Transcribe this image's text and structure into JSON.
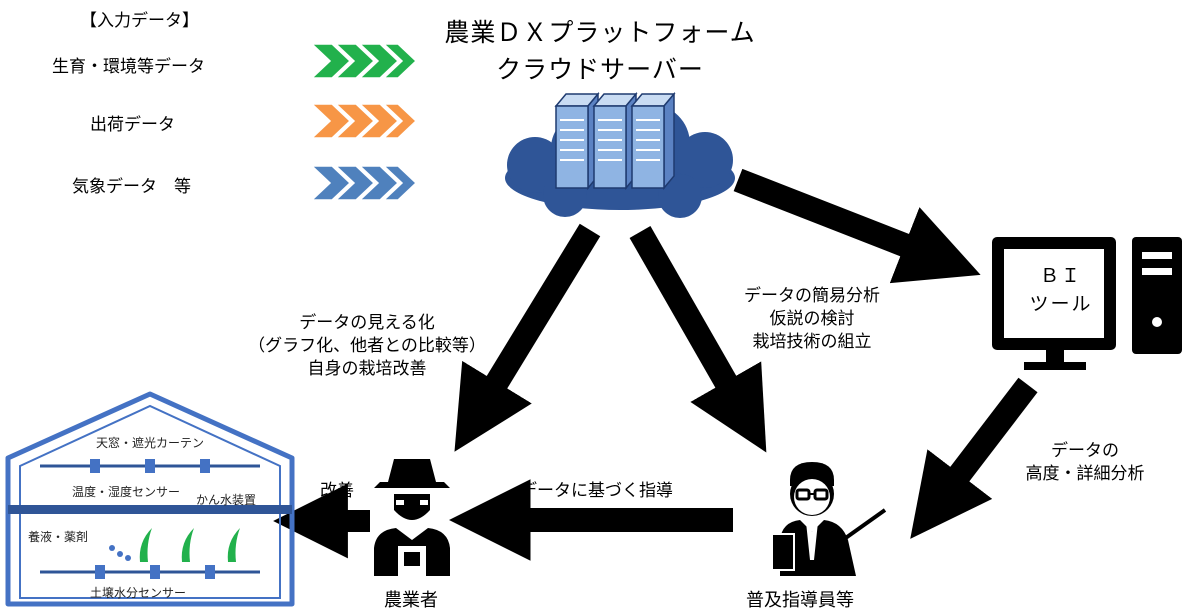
{
  "inputs": {
    "title": "【入力データ】",
    "items": [
      {
        "label": "生育・環境等データ",
        "color": "#22b14c"
      },
      {
        "label": "出荷データ",
        "color": "#f79646"
      },
      {
        "label": "気象データ　等",
        "color": "#4f81bd"
      }
    ]
  },
  "platform": {
    "line1": "農業ＤＸプラットフォーム",
    "line2": "クラウドサーバー"
  },
  "bi_tool": {
    "line1": "ＢＩ",
    "line2": "ツール"
  },
  "notes": {
    "visualization": [
      "データの見える化",
      "（グラフ化、他者との比較等）",
      "自身の栽培改善"
    ],
    "analysis": [
      "データの簡易分析",
      "仮説の検討",
      "栽培技術の組立"
    ],
    "advanced": [
      "データの",
      "高度・詳細分析"
    ],
    "guidance": "データに基づく指導",
    "improvement": "改善"
  },
  "roles": {
    "farmer": "農業者",
    "advisor": "普及指導員等"
  },
  "greenhouse": {
    "top": "天窓・遮光カーテン",
    "mid": "温度・湿度センサー",
    "irrigation": "かん水装置",
    "nutrient": "養液・薬剤",
    "bottom": "土壌水分センサー"
  },
  "colors": {
    "green": "#22b14c",
    "orange": "#f79646",
    "blue": "#4f81bd",
    "cloud": "#2f5597",
    "server": "#8fb4e3"
  }
}
